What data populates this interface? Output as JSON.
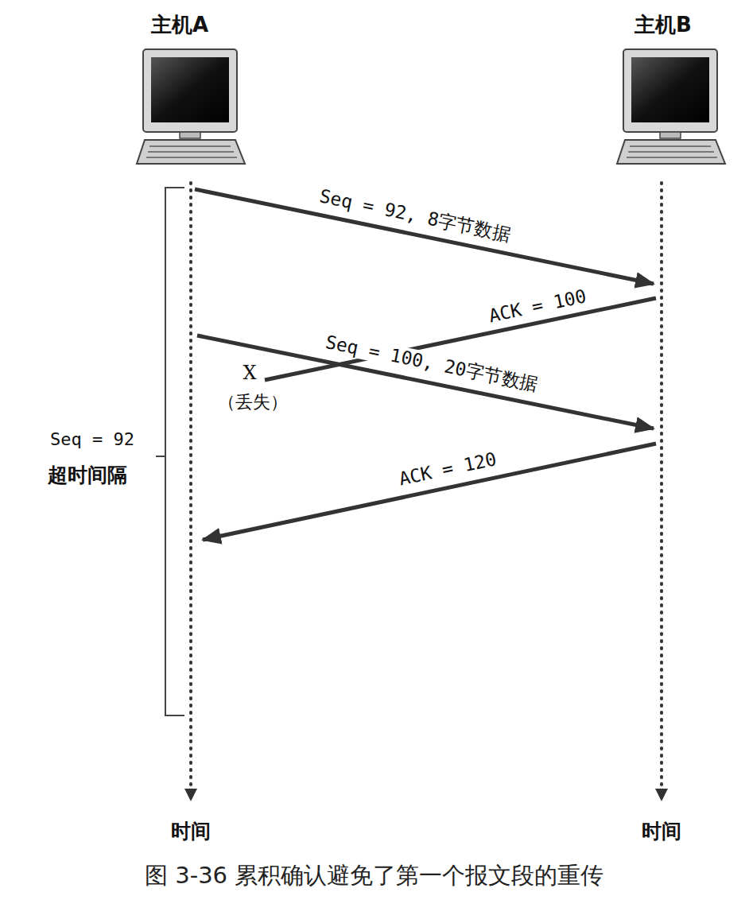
{
  "diagram": {
    "caption": "图 3-36 累积确认避免了第一个报文段的重传",
    "nodes": [
      {
        "text": [
          "主机A"
        ]
      },
      {
        "text": [
          "主机B"
        ]
      }
    ],
    "labels": [
      "Seq = 92, 8字节数据",
      "ACK = 100",
      "Seq = 100, 20字节数据",
      "ACK = 120",
      "X",
      "（丢失）",
      "Seq = 92",
      "超时间隔",
      "时间",
      "时间"
    ]
  }
}
